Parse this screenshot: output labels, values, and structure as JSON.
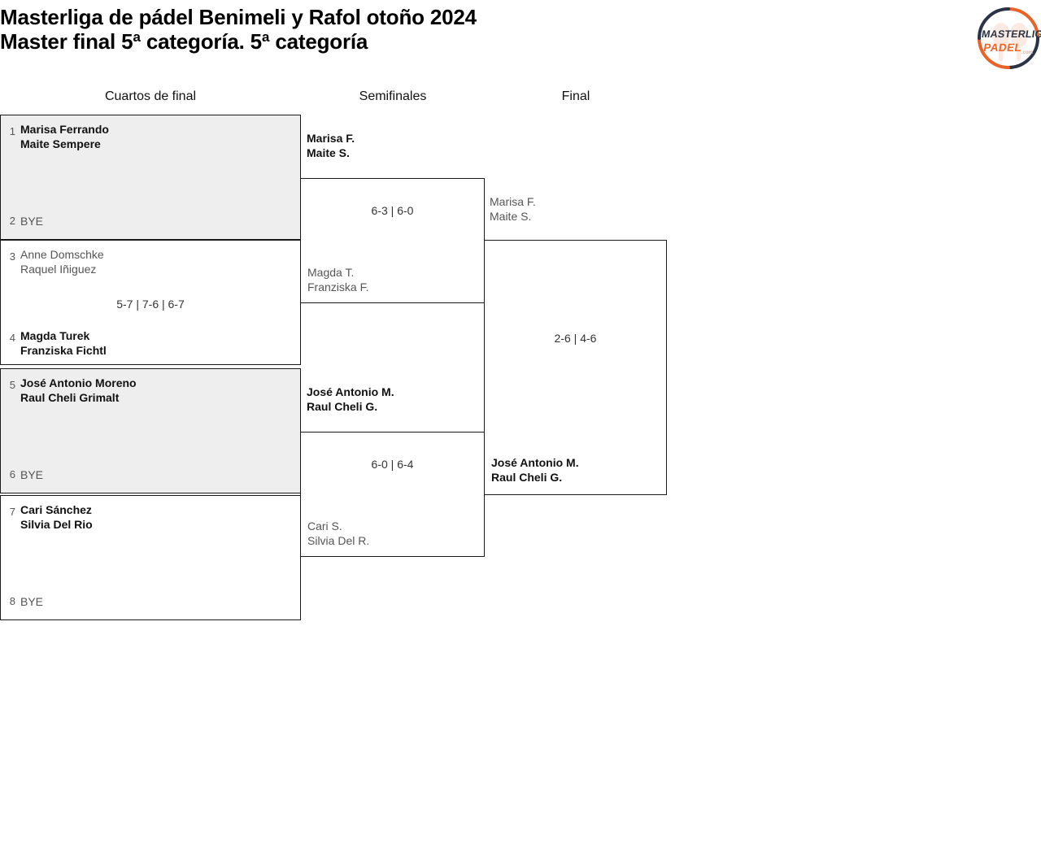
{
  "header": {
    "title_line1": "Masterliga de pádel Benimeli y Rafol otoño 2024",
    "title_line2": "Master final 5ª categoría. 5ª categoría"
  },
  "logo": {
    "word_top": "MASTERLIGA",
    "word_bottom": "PADEL",
    "word_suffix": ".com",
    "ring_color": "#e8622a",
    "text_color": "#2b3446",
    "accent_color": "#f26522"
  },
  "rounds": [
    {
      "label": "Cuartos de final"
    },
    {
      "label": "Semifinales"
    },
    {
      "label": "Final"
    }
  ],
  "bracket": {
    "round1": [
      {
        "shaded": true,
        "score": "",
        "top": {
          "seed": "1",
          "line1": "Marisa Ferrando",
          "line2": "Maite Sempere",
          "state": "winner"
        },
        "bottom": {
          "seed": "2",
          "line1": "BYE",
          "line2": "",
          "state": "bye"
        }
      },
      {
        "shaded": false,
        "score": "5-7 | 7-6 | 6-7",
        "top": {
          "seed": "3",
          "line1": "Anne Domschke",
          "line2": "Raquel Iñiguez",
          "state": "loser"
        },
        "bottom": {
          "seed": "4",
          "line1": "Magda Turek",
          "line2": "Franziska Fichtl",
          "state": "winner"
        }
      },
      {
        "shaded": true,
        "score": "",
        "top": {
          "seed": "5",
          "line1": "José Antonio Moreno",
          "line2": "Raul Cheli Grimalt",
          "state": "winner"
        },
        "bottom": {
          "seed": "6",
          "line1": "BYE",
          "line2": "",
          "state": "bye"
        }
      },
      {
        "shaded": false,
        "score": "",
        "top": {
          "seed": "7",
          "line1": "Cari Sánchez",
          "line2": "Silvia Del Rio",
          "state": "winner"
        },
        "bottom": {
          "seed": "8",
          "line1": "BYE",
          "line2": "",
          "state": "bye"
        }
      }
    ],
    "round2": [
      {
        "score": "6-3 | 6-0",
        "top": {
          "line1": "Marisa F.",
          "line2": "Maite S.",
          "state": "winner"
        },
        "bottom": {
          "line1": "Magda T.",
          "line2": "Franziska F.",
          "state": "loser"
        }
      },
      {
        "score": "6-0 | 6-4",
        "top": {
          "line1": "José Antonio M.",
          "line2": "Raul Cheli G.",
          "state": "winner"
        },
        "bottom": {
          "line1": "Cari S.",
          "line2": "Silvia Del R.",
          "state": "loser"
        }
      }
    ],
    "round3": [
      {
        "score": "2-6 | 4-6",
        "top": {
          "line1": "Marisa F.",
          "line2": "Maite S.",
          "state": "loser"
        },
        "bottom": {
          "line1": "José Antonio M.",
          "line2": "Raul Cheli G.",
          "state": "winner"
        }
      }
    ]
  }
}
